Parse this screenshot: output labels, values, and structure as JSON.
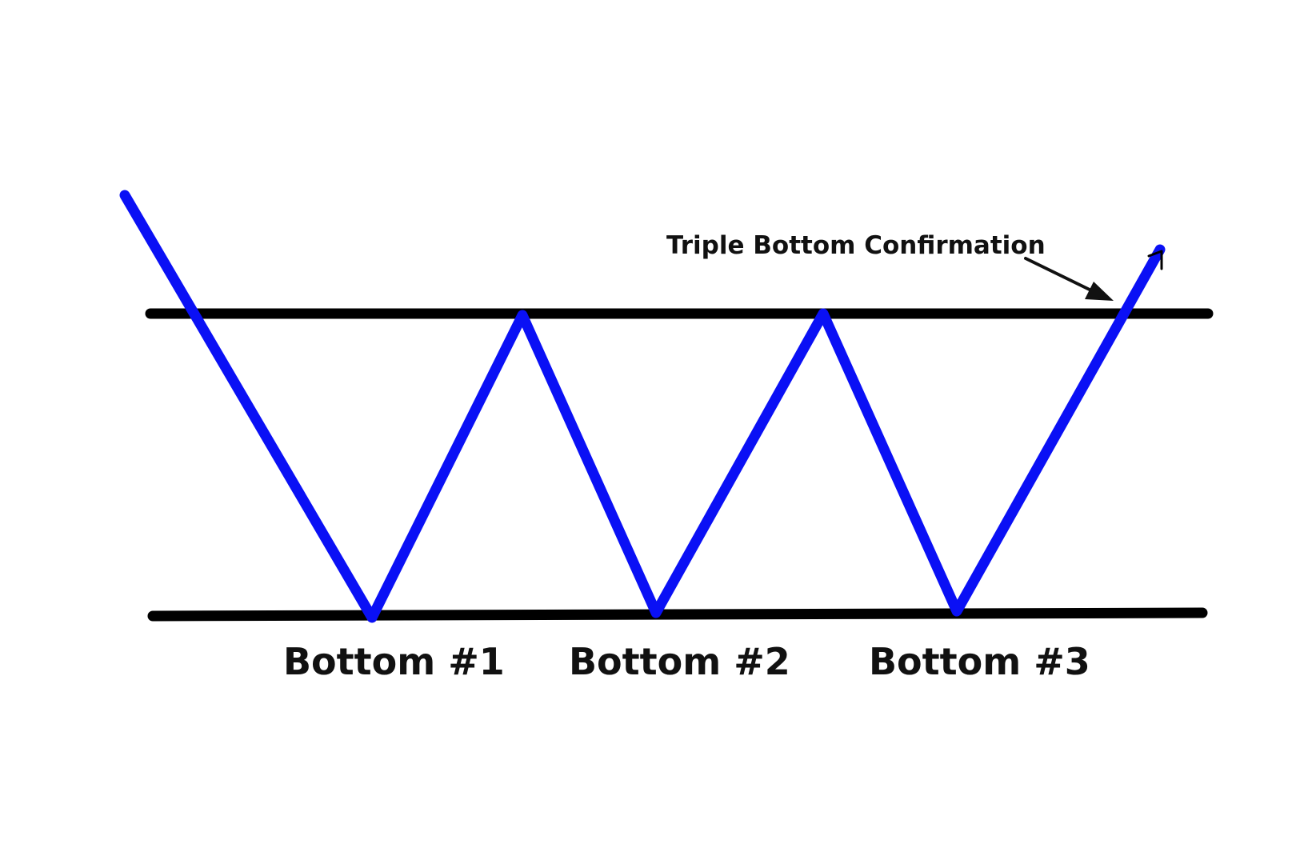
{
  "annotation": {
    "text": "Triple Bottom Confirmation"
  },
  "bottoms": [
    {
      "label": "Bottom #1"
    },
    {
      "label": "Bottom #2"
    },
    {
      "label": "Bottom #3"
    }
  ],
  "colors": {
    "background": "#ffffff",
    "price_path": "#0a10f5",
    "lines": "#000000",
    "text": "#111111"
  }
}
